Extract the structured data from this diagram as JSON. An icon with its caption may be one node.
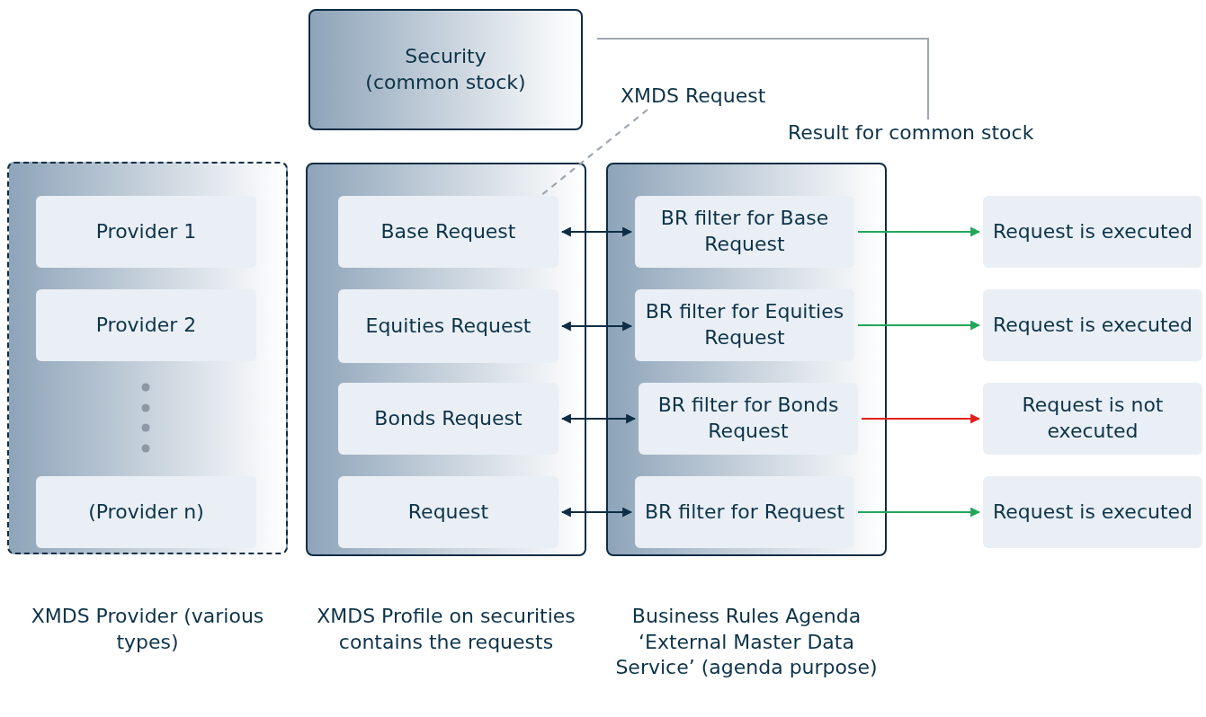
{
  "diagram": {
    "nodes": [
      {
        "text": [
          "Security (common stock)"
        ]
      },
      {
        "text": [],
        "shape": "box",
        "beside": [
          "XMDS Provider (various types)"
        ]
      },
      {
        "text": [
          "Provider 1"
        ],
        "in": 1
      },
      {
        "text": [
          "Provider 2"
        ],
        "in": 1
      },
      {
        "text": [
          "(Provider n)"
        ],
        "in": 1
      },
      {
        "text": [],
        "shape": "box",
        "beside": [
          "XMDS Profile on securities contains the requests"
        ]
      },
      {
        "text": [
          "Base Request"
        ],
        "in": 5
      },
      {
        "text": [
          "Equities Request"
        ],
        "in": 5
      },
      {
        "text": [
          "Bonds Request"
        ],
        "in": 5
      },
      {
        "text": [
          "Request"
        ],
        "in": 5
      },
      {
        "text": [],
        "shape": "box",
        "beside": [
          "Business Rules Agenda ‘External Master Data Service’ (agenda purpose)"
        ]
      },
      {
        "text": [
          "BR filter for Base Request"
        ],
        "in": 10
      },
      {
        "text": [
          "BR filter for Equities Request"
        ],
        "in": 10
      },
      {
        "text": [
          "BR filter for Bonds Request"
        ],
        "in": 10
      },
      {
        "text": [
          "BR filter for Request"
        ],
        "in": 10
      },
      {
        "text": [
          "Request is executed"
        ]
      },
      {
        "text": [
          "Request is executed"
        ]
      },
      {
        "text": [
          "Request is not executed"
        ]
      },
      {
        "text": [
          "Request is executed"
        ]
      },
      {
        "text": [
          "XMDS Request"
        ]
      },
      {
        "text": [
          "Result for common stock"
        ]
      }
    ],
    "edges": [
      {
        "from": 19,
        "to": 6,
        "arrow": "none",
        "style": "dashed",
        "color": "#a0a8b0"
      },
      {
        "from": 0,
        "to": 20,
        "arrow": "none",
        "color": "#a0a8b0"
      },
      {
        "from": 6,
        "to": 11,
        "arrow": "both"
      },
      {
        "from": 7,
        "to": 12,
        "arrow": "both"
      },
      {
        "from": 8,
        "to": 13,
        "arrow": "both"
      },
      {
        "from": 9,
        "to": 14,
        "arrow": "both"
      },
      {
        "from": 11,
        "to": 15,
        "arrow": "to",
        "color": "#22a65a"
      },
      {
        "from": 12,
        "to": 16,
        "arrow": "to",
        "color": "#22a65a"
      },
      {
        "from": 13,
        "to": 17,
        "arrow": "to",
        "color": "#e0201c"
      },
      {
        "from": 14,
        "to": 18,
        "arrow": "to",
        "color": "#22a65a"
      }
    ]
  }
}
